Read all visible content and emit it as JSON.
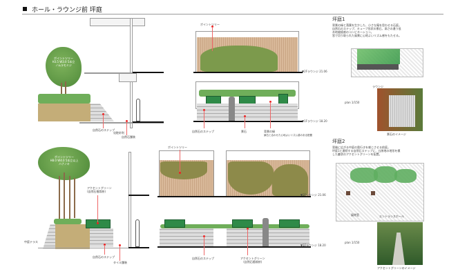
{
  "title": "ホール・ラウンジ前 坪庭",
  "garden1": {
    "heading": "坪庭1",
    "desc": [
      "背景の緑と落葉を生かした、小さな庵を思わせる石庭。",
      "自然石のステップ、キューブ形状の景石、高さの違う低",
      "木地被植栽のコンビネーション。",
      "窓で切り取られた風景に心地よいリズム感をもたせる。"
    ]
  },
  "garden2": {
    "heading": "坪庭2",
    "desc": [
      "背後に広がる中庭の奥行きを感じさせる前庭。",
      "坪庭1と連続する自然石ステップに、丘陵地の地形を模",
      "した叢状のアクセントグリーンを配置。"
    ]
  },
  "section1": {
    "tree_label": [
      "ポイントツリー",
      "H3.5 W3.0 5本立",
      "ノムラモミジ"
    ],
    "labels": {
      "step": "自然石のステップ",
      "gravel": "化粧砂利",
      "paving": "自然石舗装"
    }
  },
  "elev1": {
    "point_tree": "ポイントツリー",
    "level2": "▼2Fラウンジ 21.06",
    "level1": "▼1Fラウンジ 18.20",
    "step": "自然石のステップ",
    "rock": "景石",
    "bg_green": "背景の緑",
    "rhythm": "景石と合わせた心地よいリズム感のある配置"
  },
  "plan1": {
    "room": "ラウンジ",
    "scale": "plan 1/150",
    "photo_caption": "景石のイメージ"
  },
  "section2": {
    "tree_label": [
      "ポイントツリー",
      "H8.0 W4.0 5本立以上",
      "ハナノキ"
    ],
    "accent": "アクセントグリーン",
    "accent_sub": "(自然石植栽枡)",
    "terrace": "中庭テラス",
    "step": "自然石のステップ",
    "paving": "タイル舗装"
  },
  "elev2": {
    "point_tree": "ポイントツリー",
    "level2": "▼2Fラウンジ 21.06",
    "level1": "▼1Fラウンジ 18.20",
    "step": "自然石のステップ",
    "accent": "アクセントグリーン",
    "accent_sub": "(自然石植栽枡)"
  },
  "plan2": {
    "vestibule": "風除室",
    "hall": "エントランスホール",
    "scale": "plan 1/150",
    "photo_caption": "アクセントグリーンのイメージ"
  }
}
